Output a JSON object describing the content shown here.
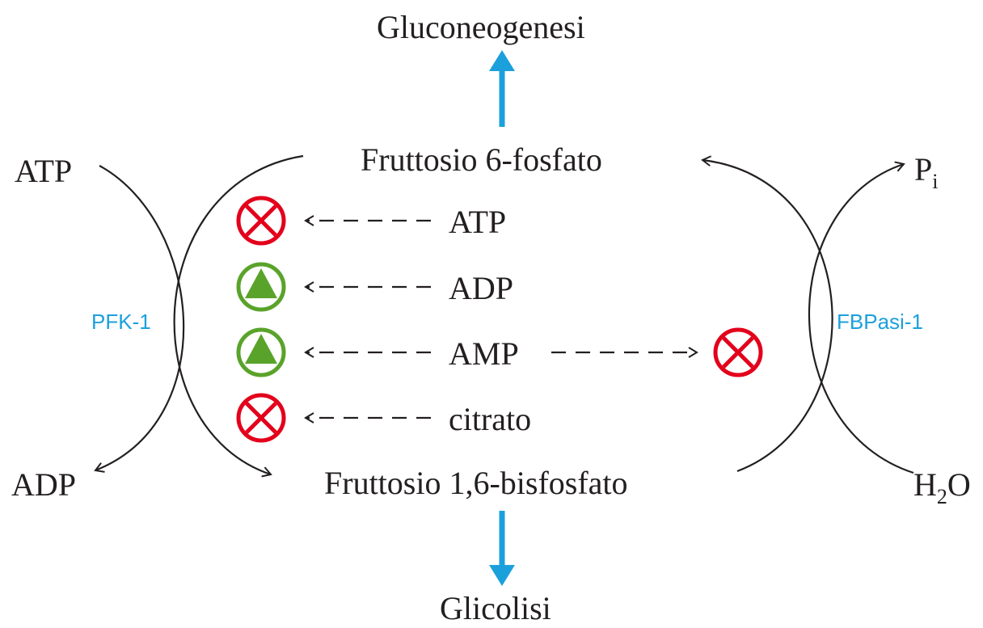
{
  "colors": {
    "text": "#231f20",
    "enzyme": "#1ca0dc",
    "pathway_arrow": "#1ca0dc",
    "inhibition": "#e3001b",
    "activation": "#5aa32b",
    "line": "#231f20"
  },
  "pathways": {
    "top": "Gluconeogenesi",
    "bottom": "Glicolisi"
  },
  "metabolites": {
    "f6p": "Fruttosio 6-fosfato",
    "f16bp": "Fruttosio 1,6-bisfosfato"
  },
  "left_reaction": {
    "enzyme": "PFK-1",
    "substrate_in": "ATP",
    "product_out": "ADP"
  },
  "right_reaction": {
    "enzyme": "FBPasi-1",
    "product_out": {
      "base": "P",
      "sub": "i"
    },
    "substrate_in": {
      "base": "H",
      "sub": "2",
      "after": "O"
    }
  },
  "regulators": [
    {
      "name": "ATP",
      "effect_on_pfk1": "inhibition",
      "symbol": "inhibit-icon"
    },
    {
      "name": "ADP",
      "effect_on_pfk1": "activation",
      "symbol": "activate-icon"
    },
    {
      "name": "AMP",
      "effect_on_pfk1": "activation",
      "symbol": "activate-icon",
      "effect_on_fbpase1": "inhibition"
    },
    {
      "name": "citrato",
      "effect_on_pfk1": "inhibition",
      "symbol": "inhibit-icon"
    }
  ]
}
